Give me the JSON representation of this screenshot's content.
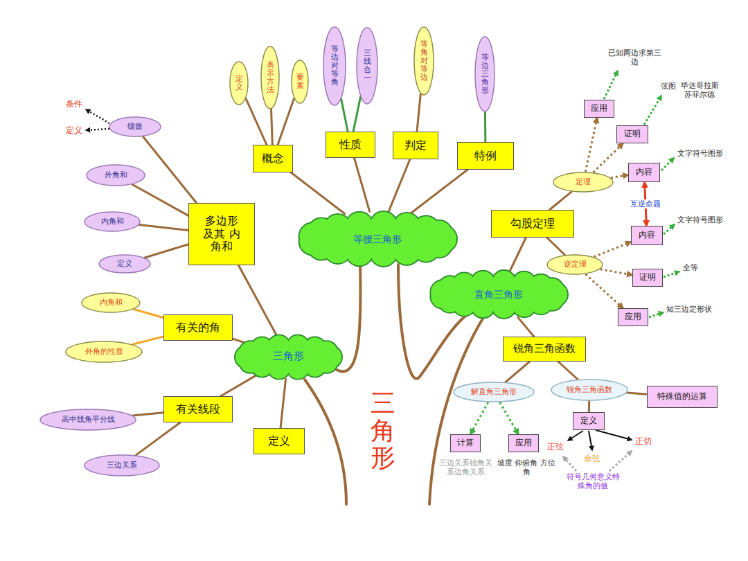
{
  "diagram": {
    "nodes": [
      {
        "text": [
          "定义"
        ]
      },
      {
        "text": [
          "表示方法"
        ]
      },
      {
        "text": [
          "要素"
        ]
      },
      {
        "text": [
          "等边对等角"
        ]
      },
      {
        "text": [
          "三线合一"
        ]
      },
      {
        "text": [
          "等角对等边"
        ]
      },
      {
        "text": [
          "等边三角形"
        ]
      },
      {
        "text": [
          "概念"
        ]
      },
      {
        "text": [
          "性质"
        ]
      },
      {
        "text": [
          "判定"
        ]
      },
      {
        "text": [
          "特例"
        ]
      },
      {
        "text": [
          "等腰三角形"
        ]
      },
      {
        "text": [
          "镶嵌"
        ]
      },
      {
        "text": [
          "外角和"
        ]
      },
      {
        "text": [
          "内角和"
        ]
      },
      {
        "text": [
          "定义"
        ]
      },
      {
        "text": [
          "多边形 及其 内角和"
        ]
      },
      {
        "text": [
          "内角和"
        ]
      },
      {
        "text": [
          "外角的性质"
        ]
      },
      {
        "text": [
          "有关的角"
        ]
      },
      {
        "text": [
          "三角形"
        ]
      },
      {
        "text": [
          "有关线段"
        ]
      },
      {
        "text": [
          "高中线角平分线"
        ]
      },
      {
        "text": [
          "三边关系"
        ]
      },
      {
        "text": [
          "定义"
        ]
      },
      {
        "text": [
          "直角三角形"
        ]
      },
      {
        "text": [
          "勾股定理"
        ]
      },
      {
        "text": [
          "定理"
        ]
      },
      {
        "text": [
          "逆定理"
        ]
      },
      {
        "text": [
          "应用"
        ]
      },
      {
        "text": [
          "证明"
        ]
      },
      {
        "text": [
          "内容"
        ]
      },
      {
        "text": [
          "内容"
        ]
      },
      {
        "text": [
          "证明"
        ]
      },
      {
        "text": [
          "应用"
        ]
      },
      {
        "text": [
          "锐角三角函数"
        ]
      },
      {
        "text": [
          "解直角三角形"
        ]
      },
      {
        "text": [
          "锐角三角函数"
        ]
      },
      {
        "text": [
          "特殊值的运算"
        ]
      },
      {
        "text": [
          "计算"
        ]
      },
      {
        "text": [
          "应用"
        ]
      },
      {
        "text": [
          "定义"
        ]
      }
    ],
    "edges": [
      {
        "from": 7,
        "to": 0,
        "arrow": "none"
      },
      {
        "from": 7,
        "to": 1,
        "arrow": "none"
      },
      {
        "from": 7,
        "to": 2,
        "arrow": "none"
      },
      {
        "from": 8,
        "to": 3,
        "arrow": "none"
      },
      {
        "from": 8,
        "to": 4,
        "arrow": "none"
      },
      {
        "from": 9,
        "to": 5,
        "arrow": "none"
      },
      {
        "from": 10,
        "to": 6,
        "arrow": "none"
      },
      {
        "from": 11,
        "to": 7,
        "arrow": "none"
      },
      {
        "from": 11,
        "to": 8,
        "arrow": "none"
      },
      {
        "from": 11,
        "to": 9,
        "arrow": "none"
      },
      {
        "from": 11,
        "to": 10,
        "arrow": "none"
      },
      {
        "from": 16,
        "to": 12,
        "arrow": "none"
      },
      {
        "from": 16,
        "to": 13,
        "arrow": "none"
      },
      {
        "from": 16,
        "to": 14,
        "arrow": "none"
      },
      {
        "from": 16,
        "to": 15,
        "arrow": "none"
      },
      {
        "from": 20,
        "to": 16,
        "arrow": "none"
      },
      {
        "from": 19,
        "to": 17,
        "arrow": "none"
      },
      {
        "from": 19,
        "to": 18,
        "arrow": "none"
      },
      {
        "from": 20,
        "to": 19,
        "arrow": "none"
      },
      {
        "from": 20,
        "to": 21,
        "arrow": "none"
      },
      {
        "from": 21,
        "to": 22,
        "arrow": "none"
      },
      {
        "from": 21,
        "to": 23,
        "arrow": "none"
      },
      {
        "from": 20,
        "to": 24,
        "arrow": "none"
      },
      {
        "from": 25,
        "to": 26,
        "arrow": "none"
      },
      {
        "from": 26,
        "to": 27,
        "arrow": "none"
      },
      {
        "from": 26,
        "to": 28,
        "arrow": "none"
      },
      {
        "from": 27,
        "to": 29,
        "arrow": "to"
      },
      {
        "from": 27,
        "to": 30,
        "arrow": "to"
      },
      {
        "from": 27,
        "to": 31,
        "arrow": "to"
      },
      {
        "from": 28,
        "to": 32,
        "arrow": "to"
      },
      {
        "from": 28,
        "to": 33,
        "arrow": "to"
      },
      {
        "from": 28,
        "to": 34,
        "arrow": "to"
      },
      {
        "from": 31,
        "to": 32,
        "label": "互逆命题",
        "arrow": "both"
      },
      {
        "from": 25,
        "to": 35,
        "arrow": "none"
      },
      {
        "from": 35,
        "to": 36,
        "arrow": "none"
      },
      {
        "from": 35,
        "to": 37,
        "arrow": "none"
      },
      {
        "from": 37,
        "to": 38,
        "arrow": "none"
      },
      {
        "from": 37,
        "to": 41,
        "arrow": "none"
      },
      {
        "from": 36,
        "to": 39,
        "arrow": "to"
      },
      {
        "from": 36,
        "to": 40,
        "arrow": "to"
      }
    ],
    "labels": [
      "条件",
      "定义",
      "三角形",
      "已知两边求第三边",
      "弦图",
      "毕达哥拉斯苏菲尔德",
      "文字符号图形",
      "文字符号图形",
      "全等",
      "知三边定形状",
      "三边关系锐角关系边角关系",
      "坡度 仰俯角 方位角",
      "正弦",
      "余弦",
      "正切",
      "符号几何意义特殊角的值"
    ]
  }
}
